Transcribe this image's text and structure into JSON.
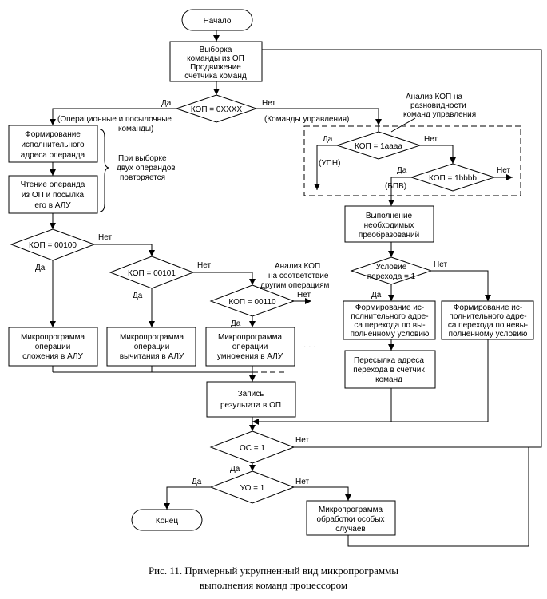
{
  "nodes": {
    "start": "Начало",
    "fetch": [
      "Выборка",
      "команды из ОП",
      "Продвижение",
      "счетчика команд"
    ],
    "kop_main": "КОП = 0XXXX",
    "form_addr": [
      "Формирование",
      "исполнительного",
      "адреса операнда"
    ],
    "read_operand": [
      "Чтение операнда",
      "из ОП и посылка",
      "его  в  АЛУ"
    ],
    "kop_add": "КОП = 00100",
    "kop_sub": "КОП = 00101",
    "kop_mul": "КОП = 00110",
    "mp_add": [
      "Микропрограмма",
      "операции",
      "сложения  в  АЛУ"
    ],
    "mp_sub": [
      "Микропрограмма",
      "операции",
      "вычитания  в  АЛУ"
    ],
    "mp_mul": [
      "Микропрограмма",
      "операции",
      "умножения  в  АЛУ"
    ],
    "write_result": [
      "Запись",
      "результата  в  ОП"
    ],
    "os": "ОС = 1",
    "uo": "УО = 1",
    "end": "Конец",
    "special": [
      "Микропрограмма",
      "обработки особых",
      "случаев"
    ],
    "kop_upn": "КОП = 1аааа",
    "kop_bpv": "КОП = 1bbbb",
    "transform": [
      "Выполнение",
      "необходимых",
      "преобразований"
    ],
    "cond": [
      "Условие",
      "перехода = 1"
    ],
    "addr_done": [
      "Формирование ис-",
      "полнительного адре-",
      "са перехода по вы-",
      "полненному условию"
    ],
    "addr_notdone": [
      "Формирование ис-",
      "полнительного адре-",
      "са перехода по невы-",
      "полненному условию"
    ],
    "send_addr": [
      "Пересылка  адреса",
      "перехода  в  счетчик",
      "команд"
    ]
  },
  "labels": {
    "yes": "Да",
    "no": "Нет",
    "ops_branch": "(Операционные и посылочные",
    "ops_branch2": "команды)",
    "ctrl_branch": "(Команды управления)",
    "two_operands": [
      "При выборке",
      "двух операндов",
      "повторяется"
    ],
    "kop_analysis": [
      "Анализ  КОП на",
      "разновидности",
      "команд управления"
    ],
    "kop_other": [
      "Анализ  КОП",
      "на соответствие",
      "другим операциям"
    ],
    "upn": "(УПН)",
    "bpv": "(БПВ)",
    "ellipsis": "· · ·"
  },
  "caption": {
    "line1": "Рис. 11.  Примерный  укрупненный  вид  микропрограммы",
    "line2": "выполнения  команд  процессором"
  }
}
